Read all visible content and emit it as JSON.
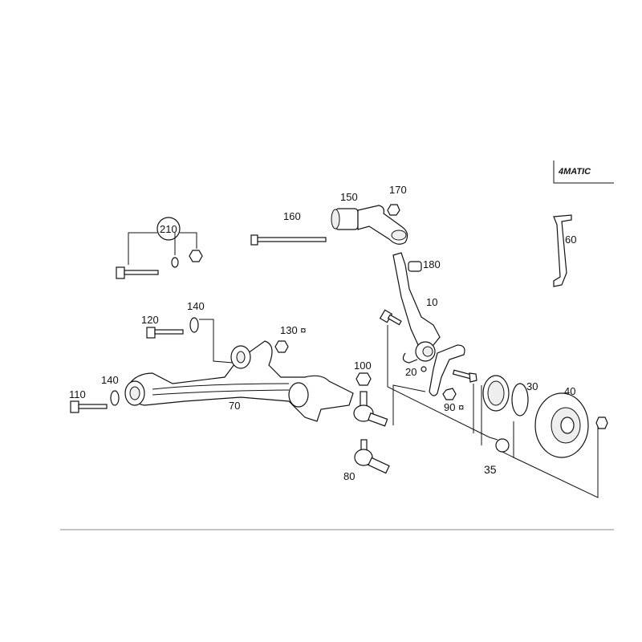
{
  "logo": {
    "text": "4MATIC"
  },
  "labels": {
    "p10": "10",
    "p20": "20",
    "p30": "30",
    "p35": "35",
    "p40": "40",
    "p60": "60",
    "p70": "70",
    "p80": "80",
    "p90": "90 ¤",
    "p100": "100",
    "p110": "110",
    "p120": "120",
    "p130": "130 ¤",
    "p140a": "140",
    "p140b": "140",
    "p150": "150",
    "p160": "160",
    "p170": "170",
    "p180": "180",
    "p210": "210"
  }
}
